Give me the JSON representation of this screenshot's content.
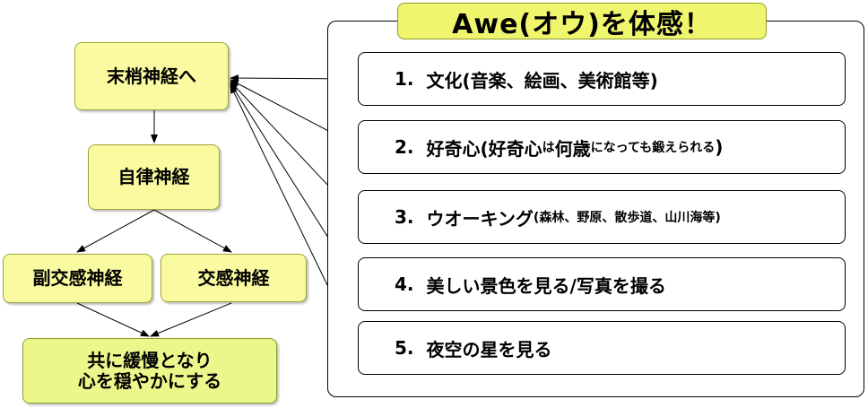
{
  "left_flow": {
    "peripheral": "末梢神経へ",
    "autonomic": "自律神経",
    "parasympathetic": "副交感神経",
    "sympathetic": "交感神経",
    "result_line1": "共に緩慢となり",
    "result_line2": "心を穏やかにする"
  },
  "panel": {
    "title": "Awe(オウ)を体感！",
    "items": [
      {
        "num": "1.",
        "text": "文化(音楽、絵画、美術館等)"
      },
      {
        "num": "2.",
        "text": "好奇心(好奇心",
        "small": "は",
        "text2": "何歳",
        "small2": "になっても鍛えられる",
        "text3": ")"
      },
      {
        "num": "3.",
        "text": "ウオーキング",
        "small": "(森林、野原、散歩道、山川海等)"
      },
      {
        "num": "4.",
        "text": "美しい景色を見る/写真を撮る"
      },
      {
        "num": "5.",
        "text": "夜空の星を見る"
      }
    ]
  },
  "colors": {
    "node_fill": "#fafaa0",
    "result_fill": "#ebf78a",
    "title_fill": "#f0f56e",
    "border": "#000000"
  }
}
